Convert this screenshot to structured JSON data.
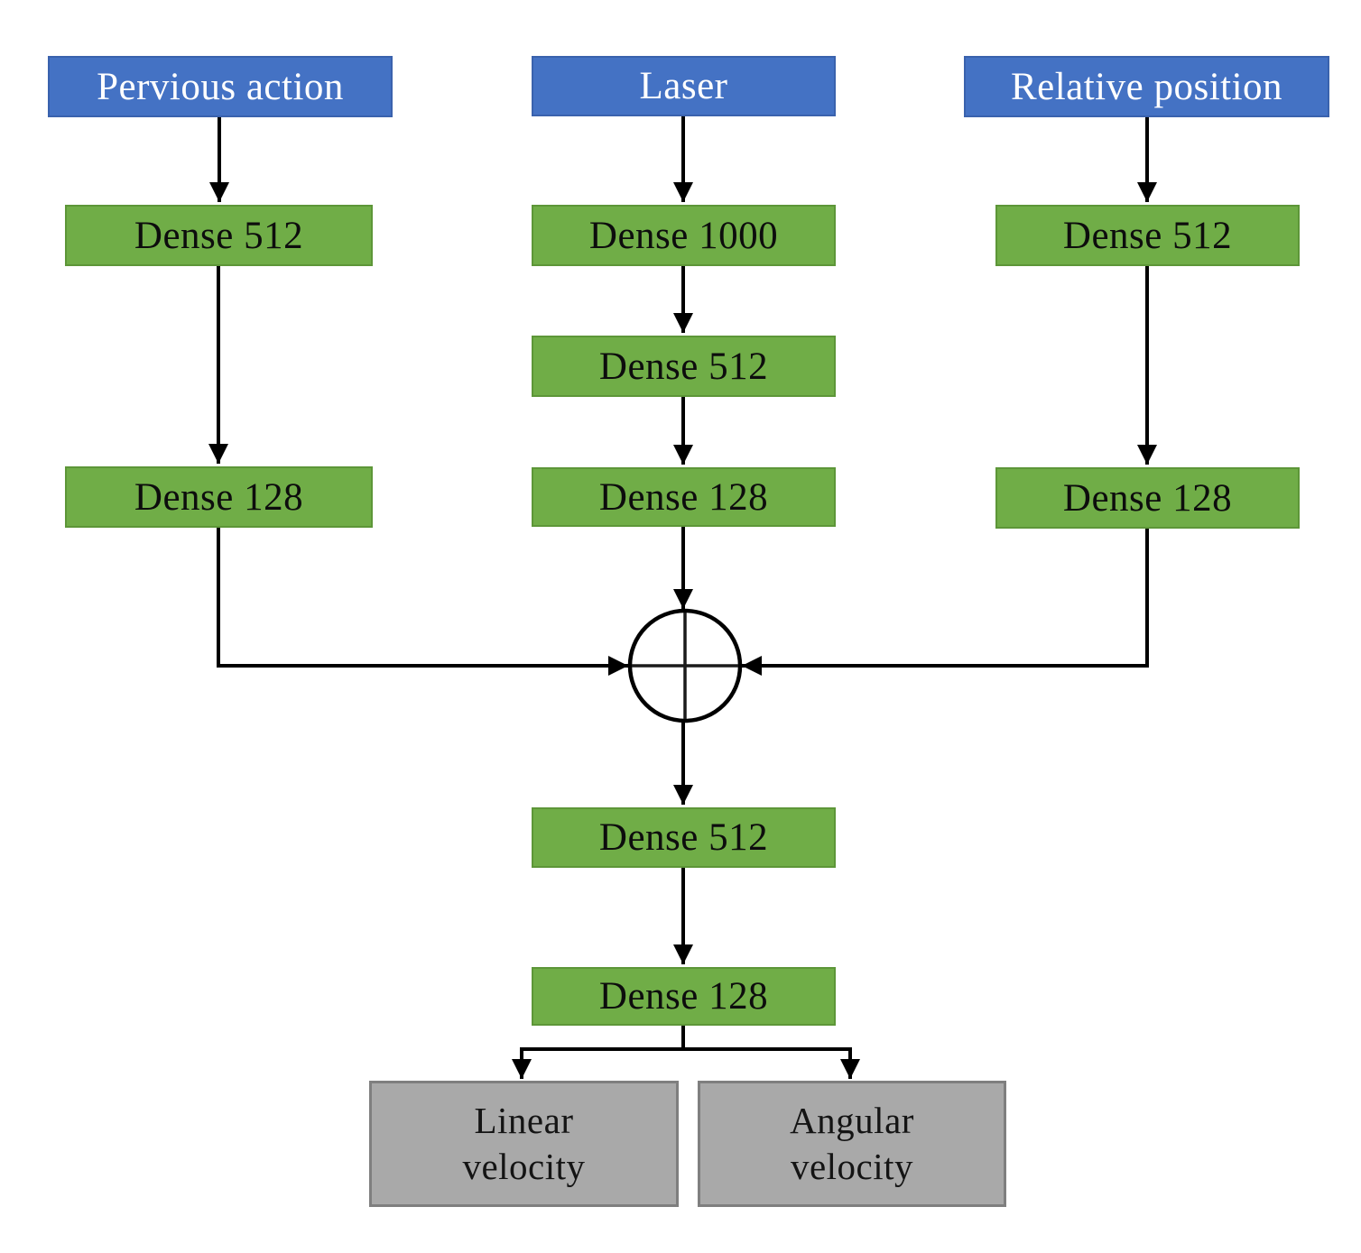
{
  "palette": {
    "input_fill": "#4472C4",
    "input_border": "#3A62AD",
    "input_text": "#FFFFFF",
    "dense_fill": "#70AD47",
    "dense_border": "#5D9638",
    "dense_text": "#0D0D0D",
    "output_fill": "#A9A9A9",
    "output_border": "#7F7F7F",
    "output_text": "#141414",
    "line_color": "#000000",
    "concat_fill": "#FFFFFF",
    "concat_cross": "#1A1A1A"
  },
  "nodes": {
    "input_left": "Pervious action",
    "input_middle": "Laser",
    "input_right": "Relative position",
    "left_branch": [
      "Dense 512",
      "Dense 128"
    ],
    "middle_branch": [
      "Dense 1000",
      "Dense 512",
      "Dense 128"
    ],
    "right_branch": [
      "Dense 512",
      "Dense 128"
    ],
    "trunk": [
      "Dense 512",
      "Dense 128"
    ],
    "output_left": "Linear\nvelocity",
    "output_right": "Angular\nvelocity"
  },
  "concat_symbol": "circle-plus"
}
